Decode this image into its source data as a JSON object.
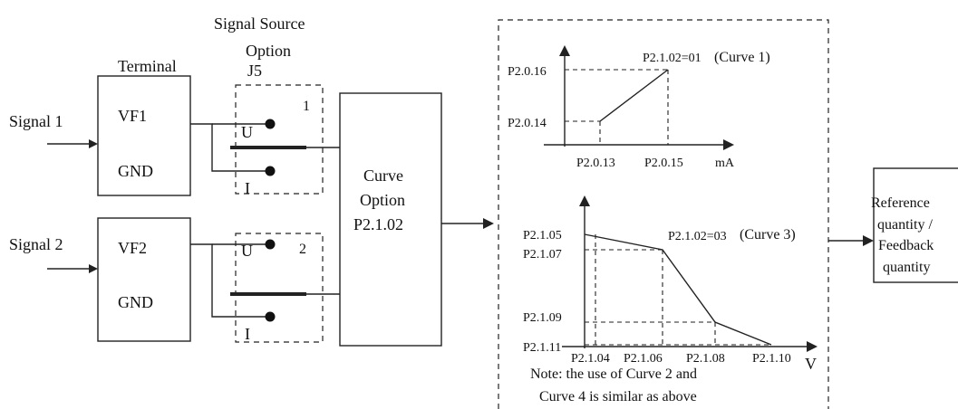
{
  "signals": {
    "signal1": "Signal 1",
    "signal2": "Signal 2"
  },
  "terminal": {
    "title": "Terminal",
    "vf1": "VF1",
    "vf2": "VF2",
    "gnd": "GND"
  },
  "source_option": {
    "title_line1": "Signal Source",
    "title_line2": "Option",
    "jumper": "J5",
    "u": "U",
    "i": "I",
    "num1": "1",
    "num2": "2"
  },
  "curve_option": {
    "line1": "Curve",
    "line2": "Option",
    "param": "P2.1.02"
  },
  "curve1": {
    "label_param": "P2.1.02=01",
    "label_name": "(Curve 1)",
    "y_high": "P2.0.16",
    "y_low": "P2.0.14",
    "x_low": "P2.0.13",
    "x_high": "P2.0.15",
    "unit": "mA"
  },
  "curve3": {
    "label_param": "P2.1.02=03",
    "label_name": "(Curve 3)",
    "y1": "P2.1.05",
    "y2": "P2.1.07",
    "y3": "P2.1.09",
    "y4": "P2.1.11",
    "x1": "P2.1.04",
    "x2": "P2.1.06",
    "x3": "P2.1.08",
    "x4": "P2.1.10",
    "unit": "V"
  },
  "note": {
    "line1": "Note: the use of Curve 2 and",
    "line2": "Curve 4 is similar as above"
  },
  "output": {
    "line1": "Reference",
    "line2": "quantity /",
    "line3": "Feedback",
    "line4": "quantity"
  }
}
